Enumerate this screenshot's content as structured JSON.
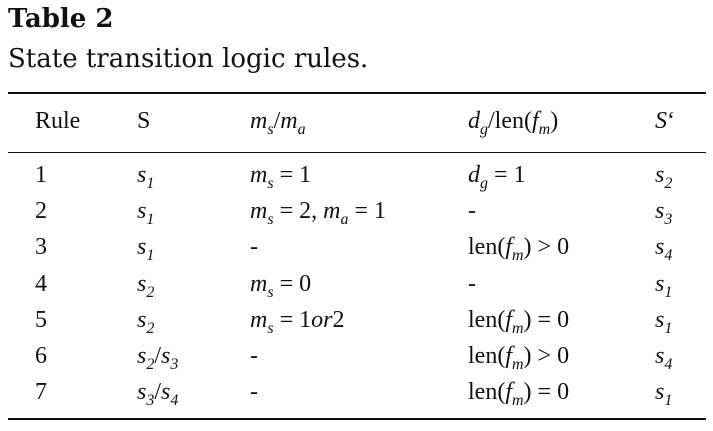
{
  "title": "Table 2",
  "caption": "State transition logic rules.",
  "headers": [
    [
      {
        "t": "Rule"
      }
    ],
    [
      {
        "t": "S"
      }
    ],
    [
      {
        "i": "m",
        "sub": "s"
      },
      {
        "t": "/"
      },
      {
        "i": "m",
        "sub": "a"
      }
    ],
    [
      {
        "i": "d",
        "sub": "g"
      },
      {
        "t": "/len("
      },
      {
        "i": "f",
        "sub": "m"
      },
      {
        "t": ")"
      }
    ],
    [
      {
        "i": "S"
      },
      {
        "t": "‘"
      }
    ]
  ],
  "rows": [
    [
      [
        {
          "t": "1"
        }
      ],
      [
        {
          "i": "s",
          "sub": "1"
        }
      ],
      [
        {
          "i": "m",
          "sub": "s"
        },
        {
          "t": " = 1"
        }
      ],
      [
        {
          "i": "d",
          "sub": "g"
        },
        {
          "t": " = 1"
        }
      ],
      [
        {
          "i": "s",
          "sub": "2"
        }
      ]
    ],
    [
      [
        {
          "t": "2"
        }
      ],
      [
        {
          "i": "s",
          "sub": "1"
        }
      ],
      [
        {
          "i": "m",
          "sub": "s"
        },
        {
          "t": " = 2, "
        },
        {
          "i": "m",
          "sub": "a"
        },
        {
          "t": " = 1"
        }
      ],
      [
        {
          "t": "-"
        }
      ],
      [
        {
          "i": "s",
          "sub": "3"
        }
      ]
    ],
    [
      [
        {
          "t": "3"
        }
      ],
      [
        {
          "i": "s",
          "sub": "1"
        }
      ],
      [
        {
          "t": "-"
        }
      ],
      [
        {
          "t": "len("
        },
        {
          "i": "f",
          "sub": "m"
        },
        {
          "t": ") > 0"
        }
      ],
      [
        {
          "i": "s",
          "sub": "4"
        }
      ]
    ],
    [
      [
        {
          "t": "4"
        }
      ],
      [
        {
          "i": "s",
          "sub": "2"
        }
      ],
      [
        {
          "i": "m",
          "sub": "s"
        },
        {
          "t": " = 0"
        }
      ],
      [
        {
          "t": "-"
        }
      ],
      [
        {
          "i": "s",
          "sub": "1"
        }
      ]
    ],
    [
      [
        {
          "t": "5"
        }
      ],
      [
        {
          "i": "s",
          "sub": "2"
        }
      ],
      [
        {
          "i": "m",
          "sub": "s"
        },
        {
          "t": " = 1"
        },
        {
          "i": "or"
        },
        {
          "t": "2"
        }
      ],
      [
        {
          "t": "len("
        },
        {
          "i": "f",
          "sub": "m"
        },
        {
          "t": ") = 0"
        }
      ],
      [
        {
          "i": "s",
          "sub": "1"
        }
      ]
    ],
    [
      [
        {
          "t": "6"
        }
      ],
      [
        {
          "i": "s",
          "sub": "2"
        },
        {
          "t": "/"
        },
        {
          "i": "s",
          "sub": "3"
        }
      ],
      [
        {
          "t": "-"
        }
      ],
      [
        {
          "t": "len("
        },
        {
          "i": "f",
          "sub": "m"
        },
        {
          "t": ") > 0"
        }
      ],
      [
        {
          "i": "s",
          "sub": "4"
        }
      ]
    ],
    [
      [
        {
          "t": "7"
        }
      ],
      [
        {
          "i": "s",
          "sub": "3"
        },
        {
          "t": "/"
        },
        {
          "i": "s",
          "sub": "4"
        }
      ],
      [
        {
          "t": "-"
        }
      ],
      [
        {
          "t": "len("
        },
        {
          "i": "f",
          "sub": "m"
        },
        {
          "t": ") = 0"
        }
      ],
      [
        {
          "i": "s",
          "sub": "1"
        }
      ]
    ]
  ]
}
